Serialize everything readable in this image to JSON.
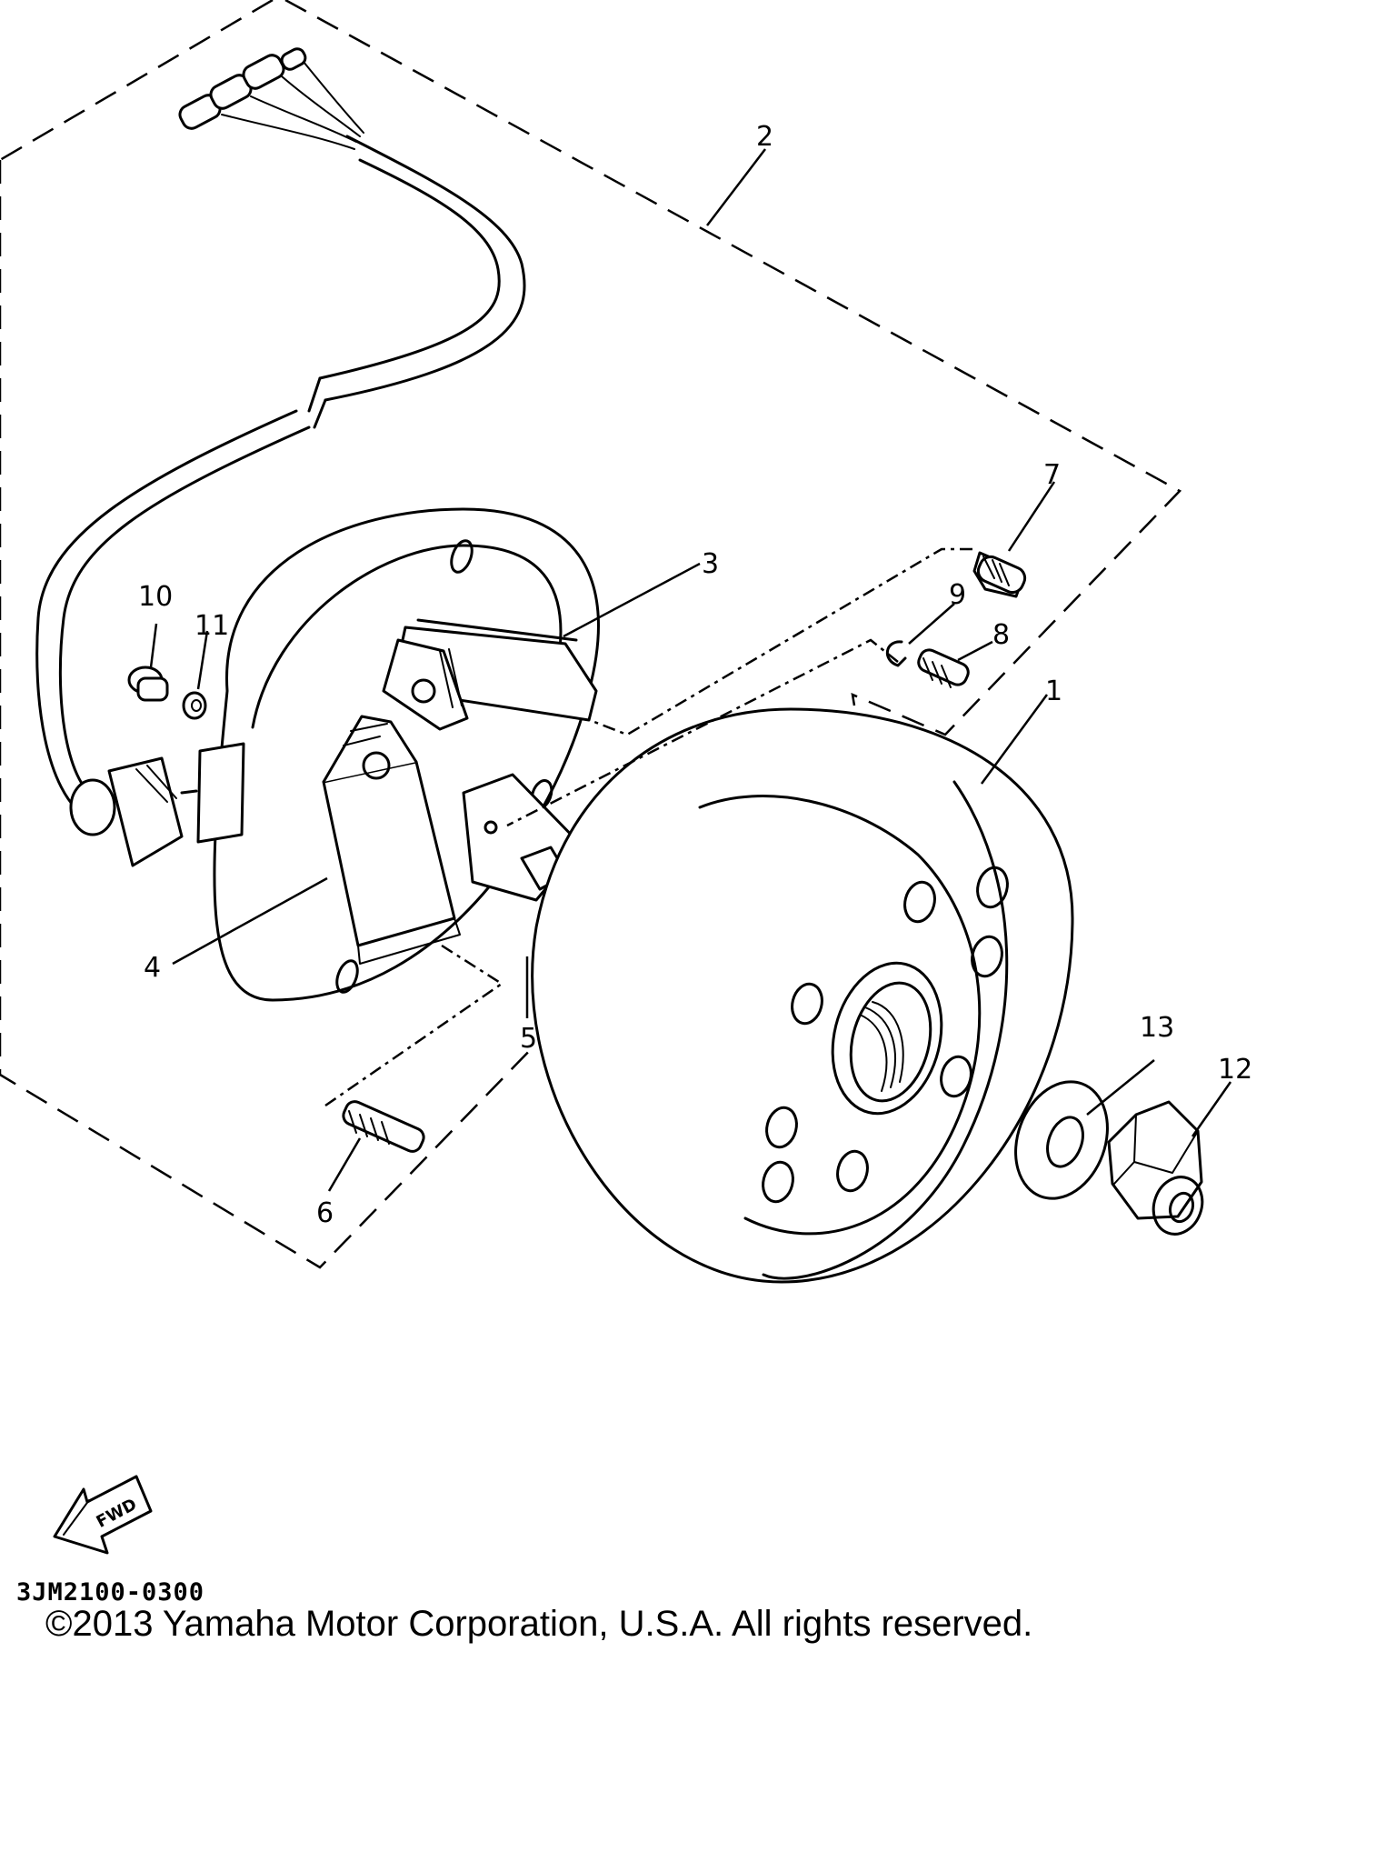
{
  "diagram": {
    "callouts": {
      "c1": "1",
      "c2": "2",
      "c3": "3",
      "c4": "4",
      "c5": "5",
      "c6": "6",
      "c7": "7",
      "c8": "8",
      "c9": "9",
      "c10": "10",
      "c11": "11",
      "c12": "12",
      "c13": "13"
    },
    "fwd_symbol": "FWD"
  },
  "footer": {
    "part_code": "3JM2100-0300",
    "copyright": "©2013 Yamaha Motor Corporation, U.S.A. All rights reserved."
  }
}
